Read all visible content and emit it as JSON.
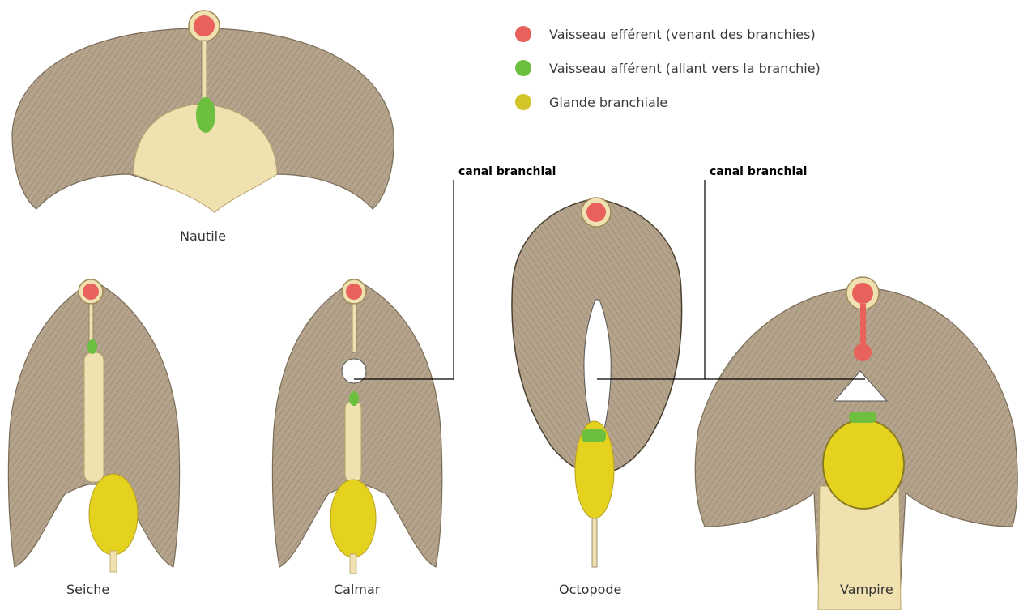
{
  "legend": {
    "items": [
      {
        "label": "Vaisseau efférent (venant des branchies)",
        "color": "#e8615a"
      },
      {
        "label": "Vaisseau afférent (allant vers la branchie)",
        "color": "#6cbf3f"
      },
      {
        "label": "Glande branchiale",
        "color": "#d3c42a"
      }
    ]
  },
  "callouts": {
    "left": "canal branchial",
    "right": "canal branchial"
  },
  "labels": {
    "nautile": "Nautile",
    "seiche": "Seiche",
    "calmar": "Calmar",
    "octopode": "Octopode",
    "vampire": "Vampire"
  },
  "colors": {
    "gill": "#b3a38a",
    "gill_outline": "#6e6352",
    "core": "#efe2b0",
    "efferent": "#e8615a",
    "afferent": "#6cbf3f",
    "gland": "#e4d21f"
  }
}
